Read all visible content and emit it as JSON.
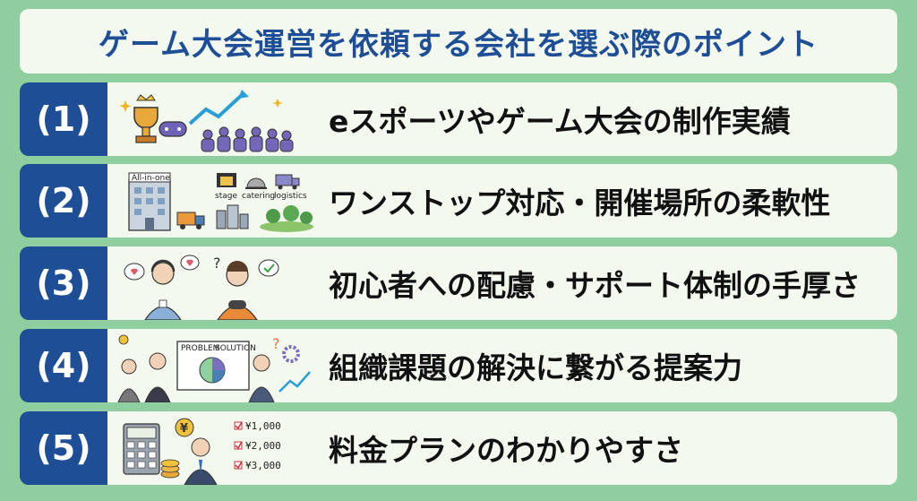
{
  "title": "ゲーム大会運営を依頼する会社を選ぶ際のポイント",
  "points": [
    {
      "number": "(1)",
      "text": "eスポーツやゲーム大会の制作実績"
    },
    {
      "number": "(2)",
      "text": "ワンストップ対応・開催場所の柔軟性",
      "illustration_labels": [
        "All-in-one",
        "stage",
        "catering",
        "logistics"
      ]
    },
    {
      "number": "(3)",
      "text": "初心者への配慮・サポート体制の手厚さ"
    },
    {
      "number": "(4)",
      "text": "組織課題の解決に繋がる提案力",
      "illustration_labels": [
        "PROBLEM",
        "SOLUTION"
      ]
    },
    {
      "number": "(5)",
      "text": "料金プランのわかりやすさ",
      "illustration_labels": [
        "¥",
        "¥1,000",
        "¥2,000",
        "¥3,000"
      ]
    }
  ],
  "colors": {
    "background": "#8fcf9f",
    "panel": "#f4f9ef",
    "accent": "#1d4e96"
  }
}
